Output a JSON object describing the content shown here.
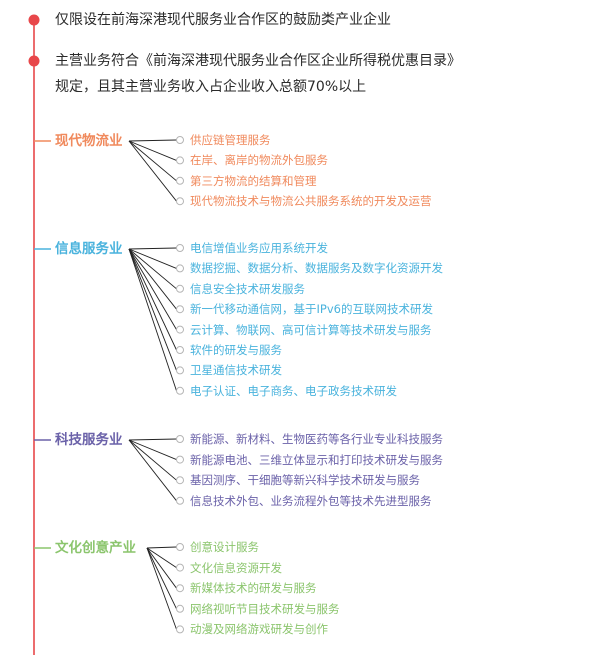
{
  "colors": {
    "spine": "#e8474a",
    "logistics": "#f08a5d",
    "info": "#4ab3dd",
    "tech": "#6b62a9",
    "culture": "#8bc56d",
    "connector": "#222222",
    "leaf_dot": "#b5b5b5"
  },
  "header": {
    "bullet1": "仅限设在前海深港现代服务业合作区的鼓励类产业企业",
    "bullet2_line1": "主营业务符合《前海深港现代服务业合作区企业所得税优惠目录》",
    "bullet2_line2": "规定，且其主营业务收入占企业收入总额70%以上"
  },
  "categories": [
    {
      "key": "logistics",
      "name": "现代物流业",
      "items": [
        "供应链管理服务",
        "在岸、离岸的物流外包服务",
        "第三方物流的结算和管理",
        "现代物流技术与物流公共服务系统的开发及运营"
      ]
    },
    {
      "key": "info",
      "name": "信息服务业",
      "items": [
        "电信增值业务应用系统开发",
        "数据挖掘、数据分析、数据服务及数字化资源开发",
        "信息安全技术研发服务",
        "新一代移动通信网，基于IPv6的互联网技术研发",
        "云计算、物联网、高可信计算等技术研发与服务",
        "软件的研发与服务",
        "卫星通信技术研发",
        "电子认证、电子商务、电子政务技术研发"
      ]
    },
    {
      "key": "tech",
      "name": "科技服务业",
      "items": [
        "新能源、新材料、生物医药等各行业专业科技服务",
        "新能源电池、三维立体显示和打印技术研发与服务",
        "基因测序、干细胞等新兴科学技术研发与服务",
        "信息技术外包、业务流程外包等技术先进型服务"
      ]
    },
    {
      "key": "culture",
      "name": "文化创意产业",
      "items": [
        "创意设计服务",
        "文化信息资源开发",
        "新媒体技术的研发与服务",
        "网络视听节目技术研发与服务",
        "动漫及网络游戏研发与创作"
      ]
    }
  ]
}
